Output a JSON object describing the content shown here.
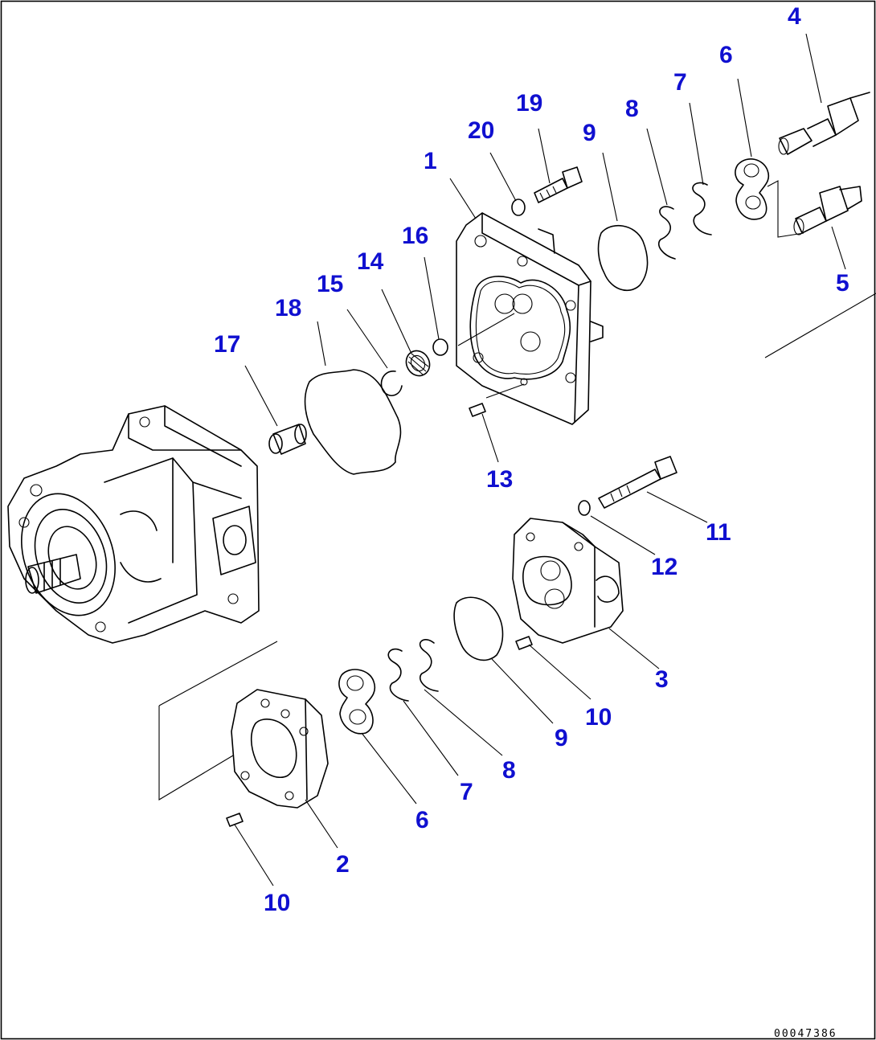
{
  "document_number": "00047386",
  "callouts": [
    {
      "id": "c1",
      "label": "1"
    },
    {
      "id": "c2",
      "label": "2"
    },
    {
      "id": "c3",
      "label": "3"
    },
    {
      "id": "c4",
      "label": "4"
    },
    {
      "id": "c5",
      "label": "5"
    },
    {
      "id": "c6a",
      "label": "6"
    },
    {
      "id": "c6b",
      "label": "6"
    },
    {
      "id": "c7a",
      "label": "7"
    },
    {
      "id": "c7b",
      "label": "7"
    },
    {
      "id": "c8a",
      "label": "8"
    },
    {
      "id": "c8b",
      "label": "8"
    },
    {
      "id": "c9a",
      "label": "9"
    },
    {
      "id": "c9b",
      "label": "9"
    },
    {
      "id": "c10a",
      "label": "10"
    },
    {
      "id": "c10b",
      "label": "10"
    },
    {
      "id": "c11",
      "label": "11"
    },
    {
      "id": "c12",
      "label": "12"
    },
    {
      "id": "c13",
      "label": "13"
    },
    {
      "id": "c14",
      "label": "14"
    },
    {
      "id": "c15",
      "label": "15"
    },
    {
      "id": "c16",
      "label": "16"
    },
    {
      "id": "c17",
      "label": "17"
    },
    {
      "id": "c18",
      "label": "18"
    },
    {
      "id": "c19",
      "label": "19"
    },
    {
      "id": "c20",
      "label": "20"
    }
  ],
  "colors": {
    "callout": "#1010d0",
    "line": "#000000",
    "background": "#ffffff"
  }
}
